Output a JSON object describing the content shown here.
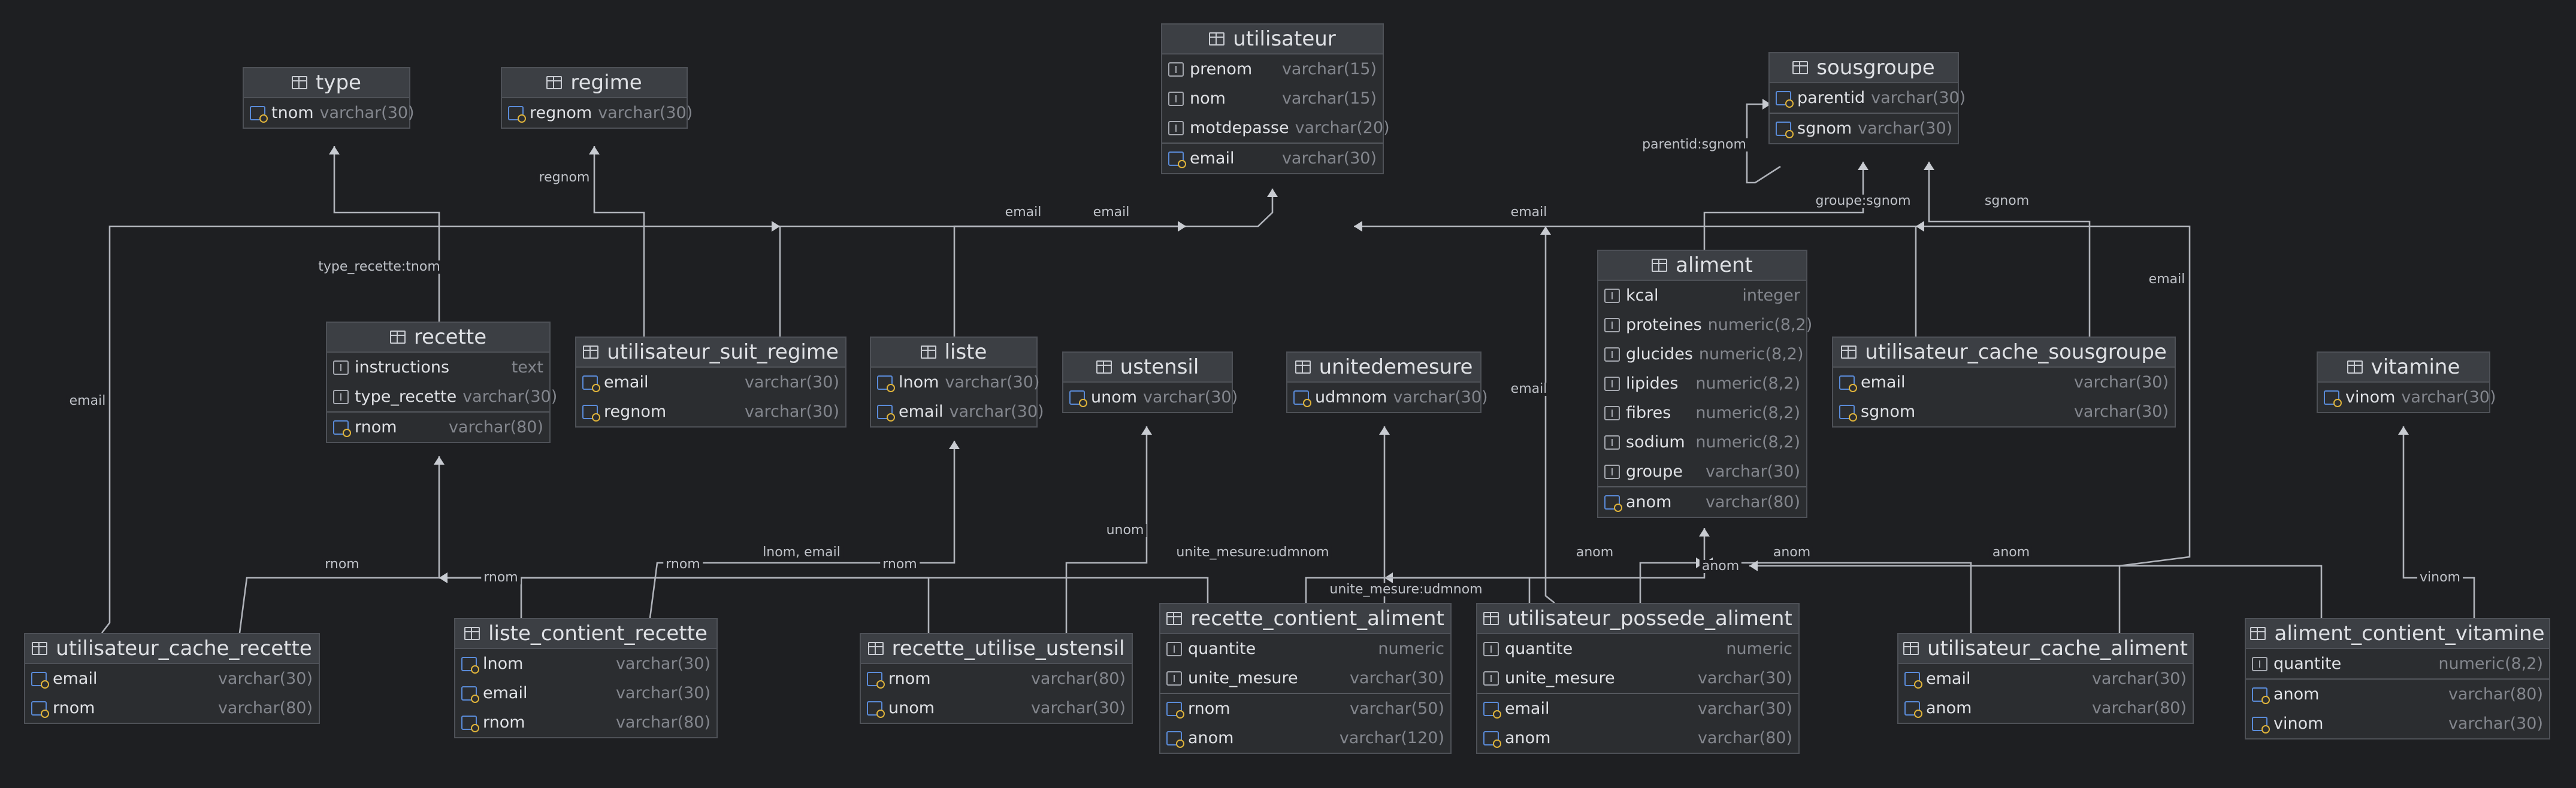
{
  "entities": [
    {
      "id": "type",
      "name": "type",
      "columns": [
        {
          "name": "tnom",
          "type": "varchar(30)",
          "key": true
        }
      ]
    },
    {
      "id": "regime",
      "name": "regime",
      "columns": [
        {
          "name": "regnom",
          "type": "varchar(30)",
          "key": true
        }
      ]
    },
    {
      "id": "utilisateur",
      "name": "utilisateur",
      "columns": [
        {
          "name": "prenom",
          "type": "varchar(15)",
          "key": false
        },
        {
          "name": "nom",
          "type": "varchar(15)",
          "key": false
        },
        {
          "name": "motdepasse",
          "type": "varchar(20)",
          "key": false
        },
        {
          "name": "email",
          "type": "varchar(30)",
          "key": true
        }
      ]
    },
    {
      "id": "sousgroupe",
      "name": "sousgroupe",
      "columns": [
        {
          "name": "parentid",
          "type": "varchar(30)",
          "key": true
        },
        {
          "name": "sgnom",
          "type": "varchar(30)",
          "key": true
        }
      ]
    },
    {
      "id": "recette",
      "name": "recette",
      "columns": [
        {
          "name": "instructions",
          "type": "text",
          "key": false
        },
        {
          "name": "type_recette",
          "type": "varchar(30)",
          "key": false
        },
        {
          "name": "rnom",
          "type": "varchar(80)",
          "key": true
        }
      ]
    },
    {
      "id": "utilisateur_suit_regime",
      "name": "utilisateur_suit_regime",
      "columns": [
        {
          "name": "email",
          "type": "varchar(30)",
          "key": true
        },
        {
          "name": "regnom",
          "type": "varchar(30)",
          "key": true
        }
      ]
    },
    {
      "id": "liste",
      "name": "liste",
      "columns": [
        {
          "name": "lnom",
          "type": "varchar(30)",
          "key": true
        },
        {
          "name": "email",
          "type": "varchar(30)",
          "key": true
        }
      ]
    },
    {
      "id": "ustensil",
      "name": "ustensil",
      "columns": [
        {
          "name": "unom",
          "type": "varchar(30)",
          "key": true
        }
      ]
    },
    {
      "id": "unitedemesure",
      "name": "unitedemesure",
      "columns": [
        {
          "name": "udmnom",
          "type": "varchar(30)",
          "key": true
        }
      ]
    },
    {
      "id": "aliment",
      "name": "aliment",
      "columns": [
        {
          "name": "kcal",
          "type": "integer",
          "key": false
        },
        {
          "name": "proteines",
          "type": "numeric(8,2)",
          "key": false
        },
        {
          "name": "glucides",
          "type": "numeric(8,2)",
          "key": false
        },
        {
          "name": "lipides",
          "type": "numeric(8,2)",
          "key": false
        },
        {
          "name": "fibres",
          "type": "numeric(8,2)",
          "key": false
        },
        {
          "name": "sodium",
          "type": "numeric(8,2)",
          "key": false
        },
        {
          "name": "groupe",
          "type": "varchar(30)",
          "key": false
        },
        {
          "name": "anom",
          "type": "varchar(80)",
          "key": true
        }
      ]
    },
    {
      "id": "utilisateur_cache_sousgroupe",
      "name": "utilisateur_cache_sousgroupe",
      "columns": [
        {
          "name": "email",
          "type": "varchar(30)",
          "key": true
        },
        {
          "name": "sgnom",
          "type": "varchar(30)",
          "key": true
        }
      ]
    },
    {
      "id": "vitamine",
      "name": "vitamine",
      "columns": [
        {
          "name": "vinom",
          "type": "varchar(30)",
          "key": true
        }
      ]
    },
    {
      "id": "utilisateur_cache_recette",
      "name": "utilisateur_cache_recette",
      "columns": [
        {
          "name": "email",
          "type": "varchar(30)",
          "key": true
        },
        {
          "name": "rnom",
          "type": "varchar(80)",
          "key": true
        }
      ]
    },
    {
      "id": "liste_contient_recette",
      "name": "liste_contient_recette",
      "columns": [
        {
          "name": "lnom",
          "type": "varchar(30)",
          "key": true
        },
        {
          "name": "email",
          "type": "varchar(30)",
          "key": true
        },
        {
          "name": "rnom",
          "type": "varchar(80)",
          "key": true
        }
      ]
    },
    {
      "id": "recette_utilise_ustensil",
      "name": "recette_utilise_ustensil",
      "columns": [
        {
          "name": "rnom",
          "type": "varchar(80)",
          "key": true
        },
        {
          "name": "unom",
          "type": "varchar(30)",
          "key": true
        }
      ]
    },
    {
      "id": "recette_contient_aliment",
      "name": "recette_contient_aliment",
      "columns": [
        {
          "name": "quantite",
          "type": "numeric",
          "key": false
        },
        {
          "name": "unite_mesure",
          "type": "varchar(30)",
          "key": false
        },
        {
          "name": "rnom",
          "type": "varchar(50)",
          "key": true
        },
        {
          "name": "anom",
          "type": "varchar(120)",
          "key": true
        }
      ]
    },
    {
      "id": "utilisateur_possede_aliment",
      "name": "utilisateur_possede_aliment",
      "columns": [
        {
          "name": "quantite",
          "type": "numeric",
          "key": false
        },
        {
          "name": "unite_mesure",
          "type": "varchar(30)",
          "key": false
        },
        {
          "name": "email",
          "type": "varchar(30)",
          "key": true
        },
        {
          "name": "anom",
          "type": "varchar(80)",
          "key": true
        }
      ]
    },
    {
      "id": "utilisateur_cache_aliment",
      "name": "utilisateur_cache_aliment",
      "columns": [
        {
          "name": "email",
          "type": "varchar(30)",
          "key": true
        },
        {
          "name": "anom",
          "type": "varchar(80)",
          "key": true
        }
      ]
    },
    {
      "id": "aliment_contient_vitamine",
      "name": "aliment_contient_vitamine",
      "columns": [
        {
          "name": "quantite",
          "type": "numeric(8,2)",
          "key": false
        },
        {
          "name": "anom",
          "type": "varchar(80)",
          "key": true
        },
        {
          "name": "vinom",
          "type": "varchar(30)",
          "key": true
        }
      ]
    }
  ],
  "relationships": [
    {
      "from": "recette",
      "to": "type",
      "label": "type_recette:tnom"
    },
    {
      "from": "utilisateur_suit_regime",
      "to": "regime",
      "label": "regnom"
    },
    {
      "from": "utilisateur_suit_regime",
      "to": "utilisateur",
      "label": "email"
    },
    {
      "from": "liste",
      "to": "utilisateur",
      "label": "email"
    },
    {
      "from": "utilisateur_cache_sousgroupe",
      "to": "utilisateur",
      "label": "email"
    },
    {
      "from": "utilisateur_cache_recette",
      "to": "utilisateur",
      "label": "email"
    },
    {
      "from": "utilisateur_possede_aliment",
      "to": "utilisateur",
      "label": "email"
    },
    {
      "from": "utilisateur_cache_aliment",
      "to": "utilisateur",
      "label": "email"
    },
    {
      "from": "sousgroupe",
      "to": "sousgroupe",
      "label": "parentid:sgnom"
    },
    {
      "from": "aliment",
      "to": "sousgroupe",
      "label": "groupe:sgnom"
    },
    {
      "from": "utilisateur_cache_sousgroupe",
      "to": "sousgroupe",
      "label": "sgnom"
    },
    {
      "from": "utilisateur_cache_recette",
      "to": "recette",
      "label": "rnom"
    },
    {
      "from": "liste_contient_recette",
      "to": "recette",
      "label": "rnom"
    },
    {
      "from": "recette_utilise_ustensil",
      "to": "recette",
      "label": "rnom"
    },
    {
      "from": "recette_contient_aliment",
      "to": "recette",
      "label": "rnom"
    },
    {
      "from": "liste_contient_recette",
      "to": "liste",
      "label": "lnom, email"
    },
    {
      "from": "recette_utilise_ustensil",
      "to": "ustensil",
      "label": "unom"
    },
    {
      "from": "recette_contient_aliment",
      "to": "unitedemesure",
      "label": "unite_mesure:udmnom"
    },
    {
      "from": "utilisateur_possede_aliment",
      "to": "unitedemesure",
      "label": "unite_mesure:udmnom"
    },
    {
      "from": "recette_contient_aliment",
      "to": "aliment",
      "label": "anom"
    },
    {
      "from": "utilisateur_possede_aliment",
      "to": "aliment",
      "label": "anom"
    },
    {
      "from": "utilisateur_cache_aliment",
      "to": "aliment",
      "label": "anom"
    },
    {
      "from": "aliment_contient_vitamine",
      "to": "aliment",
      "label": "anom"
    },
    {
      "from": "aliment_contient_vitamine",
      "to": "vitamine",
      "label": "vinom"
    }
  ]
}
